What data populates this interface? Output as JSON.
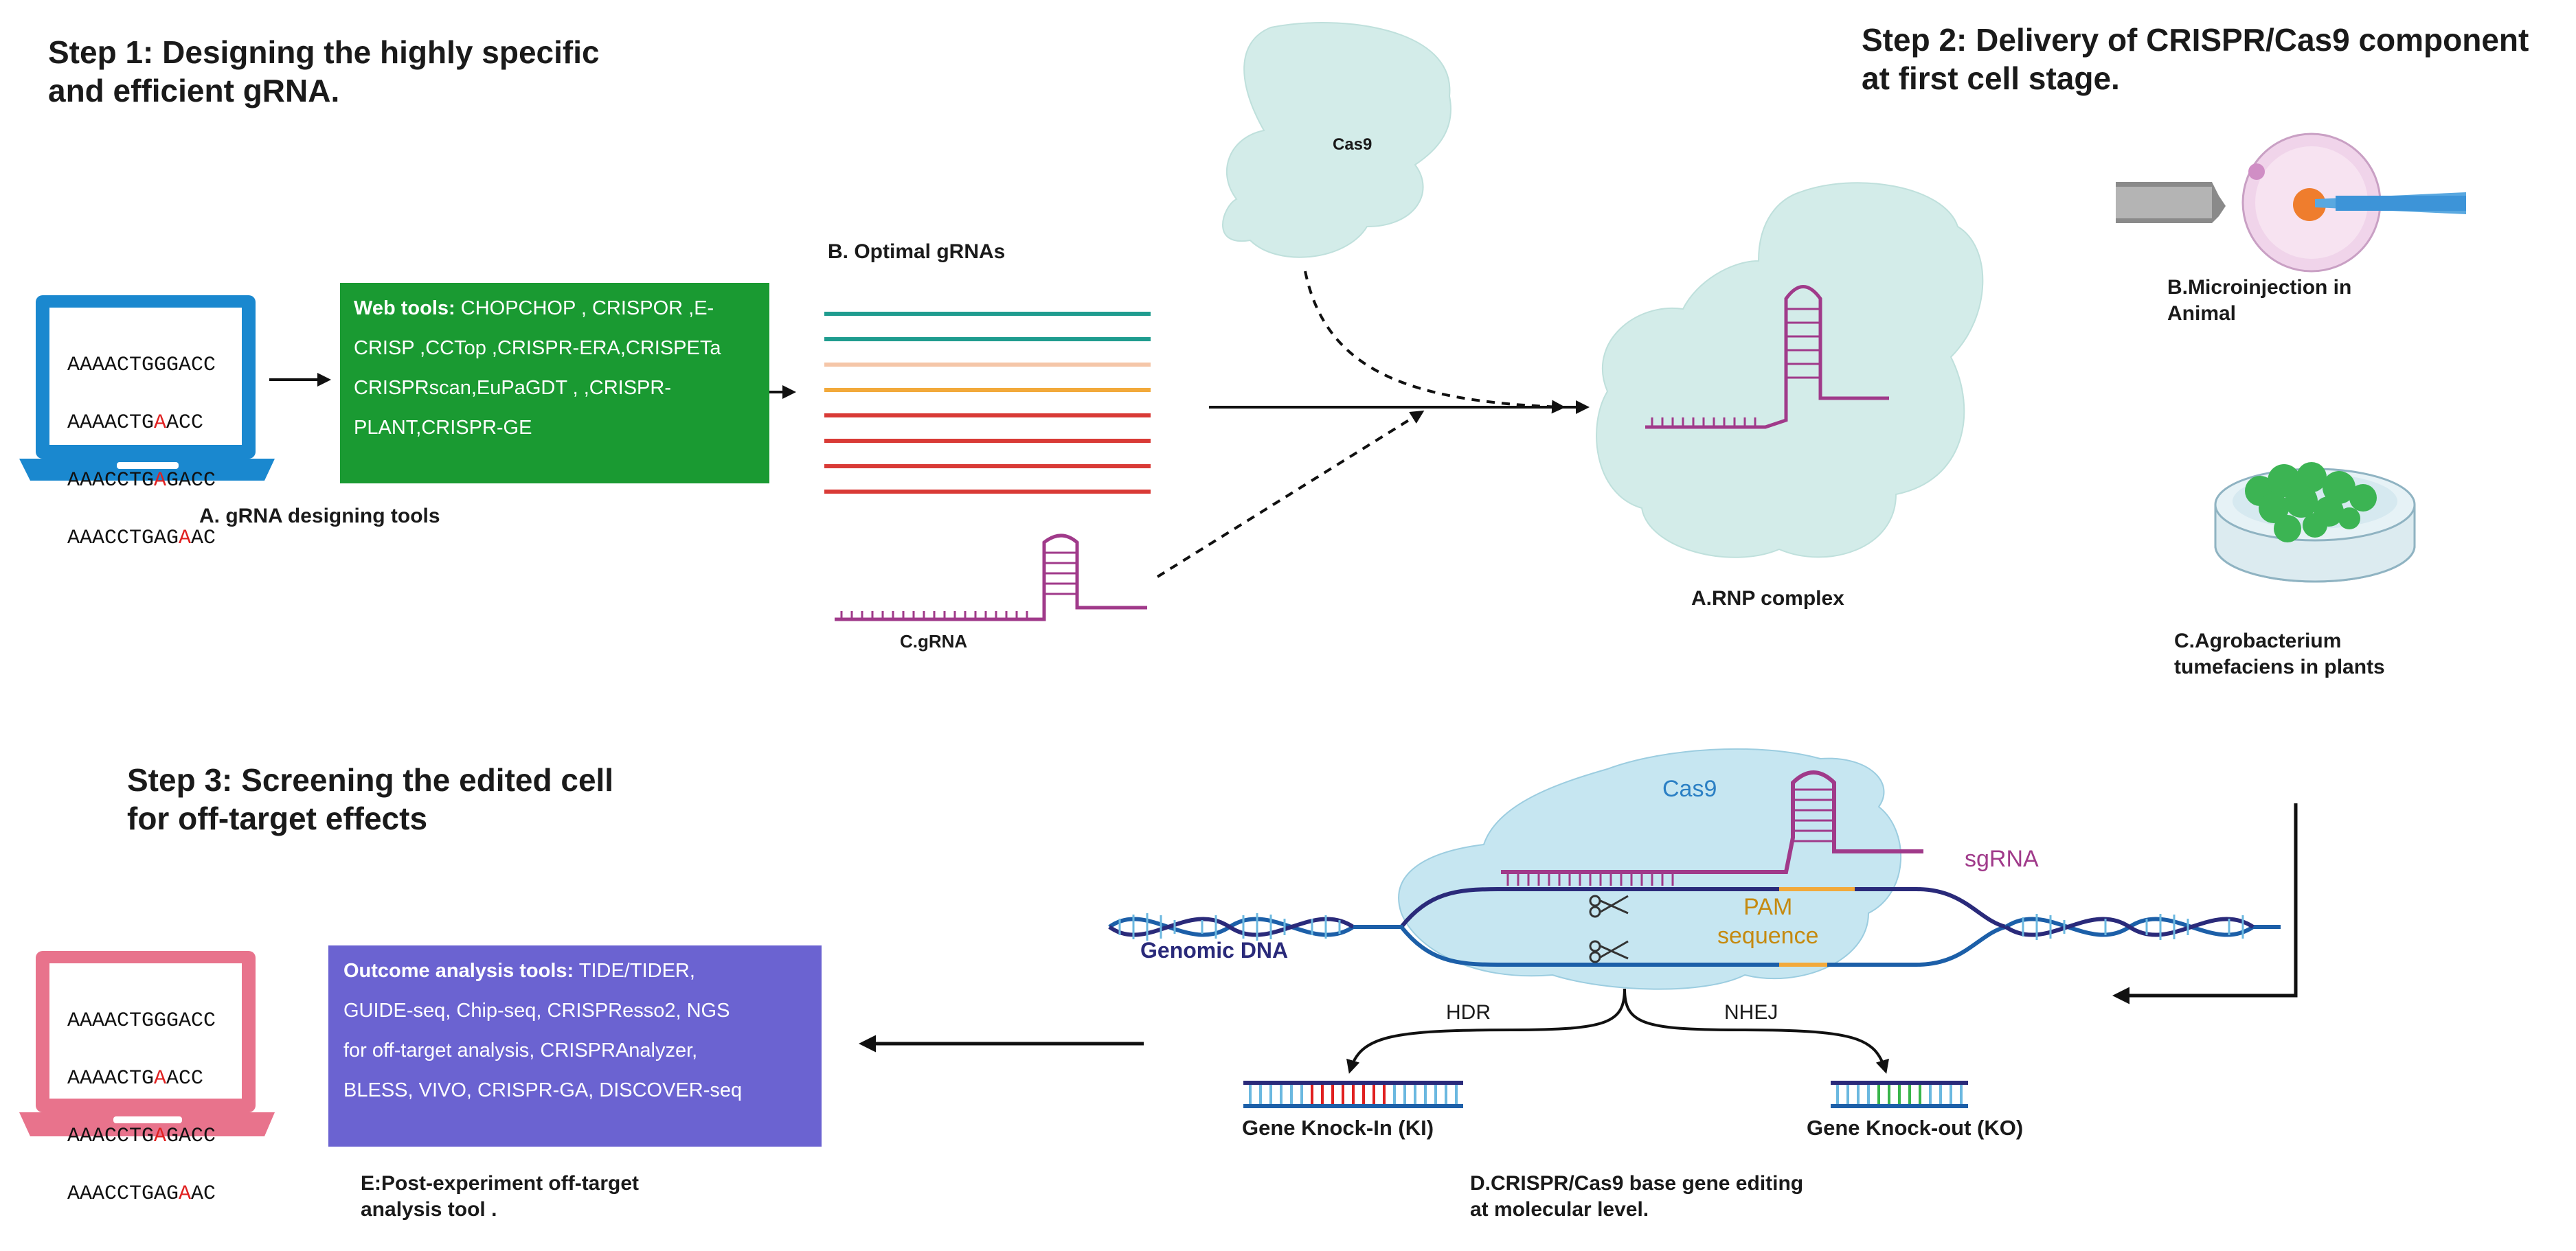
{
  "steps": {
    "step1": [
      "Step 1: Designing the highly specific",
      "and efficient gRNA."
    ],
    "step2": [
      "Step 2: Delivery of CRISPR/Cas9 component",
      "at first cell stage."
    ],
    "step3": [
      "Step 3: Screening the edited cell",
      "for off-target effects"
    ]
  },
  "web_tools": {
    "heading": "Web tools:",
    "lines": [
      " CHOPCHOP , CRISPOR ,E-",
      "CRISP ,CCTop ,CRISPR-ERA,CRISPETa",
      "CRISPRscan,EuPaGDT , ,CRISPR-",
      "PLANT,CRISPR-GE"
    ]
  },
  "outcome_tools": {
    "heading": "Outcome analysis tools:",
    "lines": [
      " TIDE/TIDER,",
      "GUIDE-seq, Chip-seq, CRISPResso2, NGS",
      "for off-target analysis, CRISPRAnalyzer,",
      "BLESS, VIVO, CRISPR-GA, DISCOVER-seq"
    ]
  },
  "laptop_sequences": [
    [
      "AAAACTGGGACC",
      ""
    ],
    [
      "AAAACTG",
      "A",
      "ACC"
    ],
    [
      "AAACCTG",
      "A",
      "GACC"
    ],
    [
      "AAACCTGAG",
      "A",
      "AC"
    ]
  ],
  "captions": {
    "a_tools": "A. gRNA designing tools",
    "b_optimal": "B. Optimal gRNAs",
    "c_grna": "C.gRNA",
    "cas9_blob": "Cas9",
    "rnp": "A.RNP complex",
    "micro": [
      "B.Microinjection in",
      "Animal"
    ],
    "agro": [
      "C.Agrobacterium",
      "tumefaciens in plants"
    ],
    "cas9_mol": "Cas9",
    "sgrna": "sgRNA",
    "pam": [
      "PAM",
      "sequence"
    ],
    "genomic": "Genomic DNA",
    "hdr": "HDR",
    "nhej": "NHEJ",
    "ki": "Gene Knock-In (KI)",
    "ko": "Gene Knock-out (KO)",
    "d_edit": [
      "D.CRISPR/Cas9 base gene editing",
      "at molecular level."
    ],
    "e_tool": [
      "E:Post-experiment off-target",
      "analysis tool ."
    ]
  },
  "colors": {
    "web_tools_box": "#1a9a32",
    "outcome_box": "#6b63d1",
    "laptop_blue": "#1a88cf",
    "laptop_pink": "#e8738c",
    "cas9_blob": "#d3ece9",
    "rna_purple": "#a03a8a",
    "grna_lines": [
      "#1f9c8f",
      "#1f9c8f",
      "#f5c6a8",
      "#f2a93b",
      "#d93a36",
      "#d93a36",
      "#d93a36",
      "#d93a36"
    ]
  }
}
